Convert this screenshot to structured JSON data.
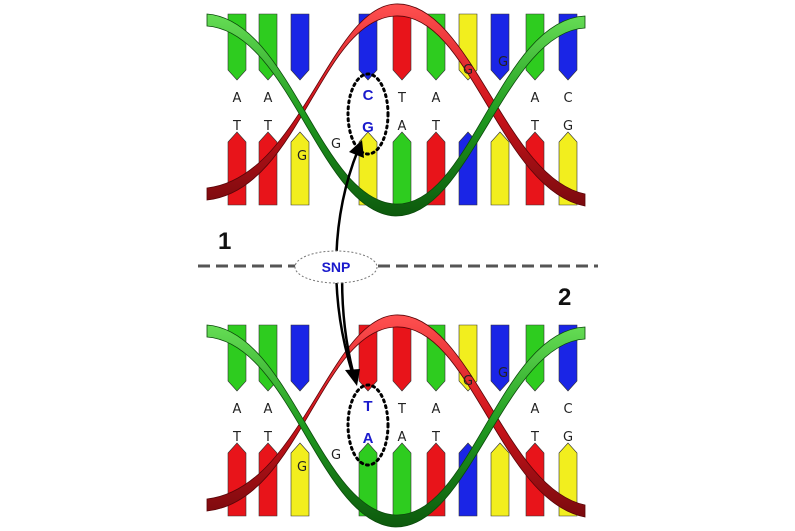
{
  "panels": [
    {
      "number": "1",
      "top_bases": [
        "A",
        "A",
        "",
        "C",
        "T",
        "A",
        "",
        "",
        "A",
        "C"
      ],
      "bottom_bases": [
        "T",
        "T",
        "",
        "G",
        "A",
        "T",
        "",
        "",
        "T",
        "G"
      ],
      "snp_index": 3
    },
    {
      "number": "2",
      "top_bases": [
        "A",
        "A",
        "",
        "T",
        "T",
        "A",
        "",
        "",
        "A",
        "C"
      ],
      "bottom_bases": [
        "T",
        "T",
        "",
        "A",
        "A",
        "T",
        "",
        "",
        "T",
        "G"
      ],
      "snp_index": 3
    }
  ],
  "partial_labels": {
    "left_low": "G",
    "left_mid": "G",
    "right_top1": "G",
    "right_top2": "G"
  },
  "snp_label": "SNP",
  "colors": {
    "A": "#2ecc1f",
    "T": "#e8141a",
    "C": "#1a25e6",
    "G": "#f2ee1e",
    "strand_red": "#d1141b",
    "strand_green": "#1f9a1f",
    "snp_text": "#1a1acc"
  }
}
